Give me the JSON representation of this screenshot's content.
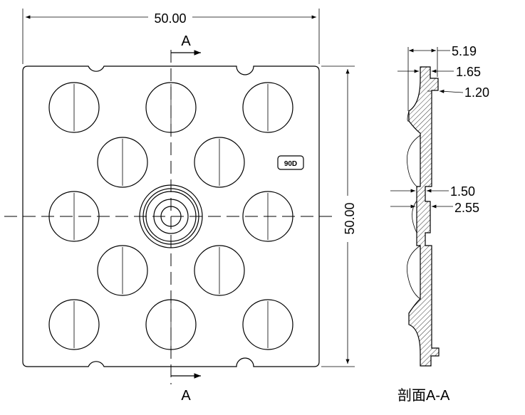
{
  "front_view": {
    "width_dim": "50.00",
    "height_dim": "50.00",
    "section_mark_top": "A",
    "section_mark_bottom": "A",
    "part_tag": "90D",
    "lens_count": 12
  },
  "section_view": {
    "dims": [
      "5.19",
      "1.65",
      "1.20",
      "1.50",
      "2.55"
    ],
    "caption": "剖面A-A"
  }
}
